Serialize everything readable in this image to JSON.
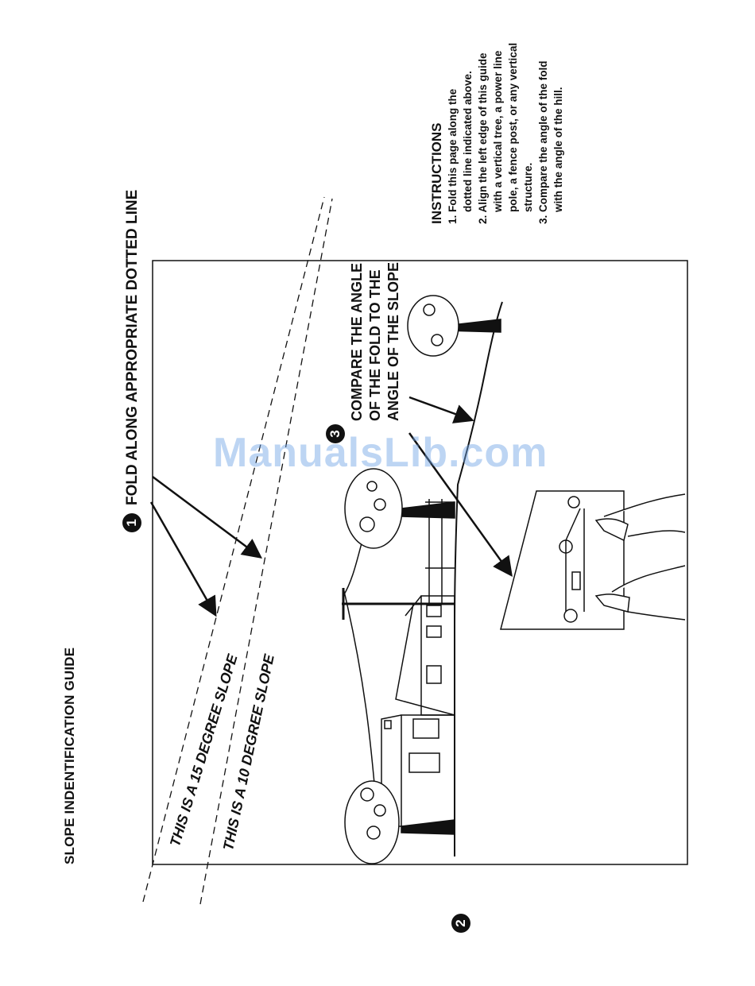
{
  "guide_title": "SLOPE INDENTIFICATION GUIDE",
  "step1": {
    "number": "1",
    "text": "FOLD ALONG APPROPRIATE DOTTED LINE"
  },
  "step2": {
    "number": "2"
  },
  "step3": {
    "number": "3",
    "lines": [
      "COMPARE THE ANGLE",
      "OF THE FOLD TO THE",
      "ANGLE OF THE SLOPE"
    ]
  },
  "slope15_label": "THIS IS A 15 DEGREE SLOPE",
  "slope10_label": "THIS IS A 10 DEGREE SLOPE",
  "instructions": {
    "title": "INSTRUCTIONS",
    "items": [
      "1. Fold this page along the\n    dotted line indicated above.",
      "2. Align the left edge of this guide\n    with a vertical tree, a power line\n    pole, a fence post, or any vertical\n    structure.",
      "3. Compare the angle of the fold\n    with the angle of the hill."
    ]
  },
  "watermark": "ManualsLib.com",
  "colors": {
    "ink": "#111111",
    "paper": "#ffffff",
    "watermark": "#6fa3e6"
  }
}
